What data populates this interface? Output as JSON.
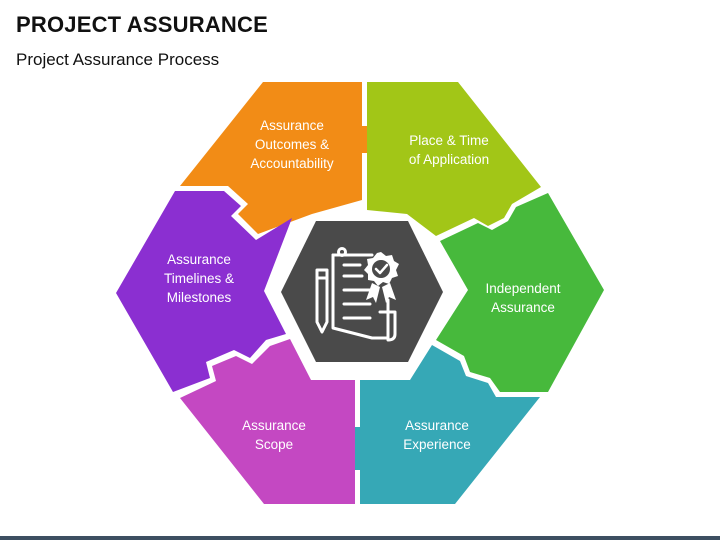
{
  "header": {
    "title": "PROJECT ASSURANCE",
    "subtitle": "Project Assurance Process"
  },
  "segments": [
    {
      "id": "outcomes",
      "lines": [
        "Assurance",
        "Outcomes &",
        "Accountability"
      ],
      "color": "#f28c16"
    },
    {
      "id": "place-time",
      "lines": [
        "Place & Time",
        "of Application"
      ],
      "color": "#a2c617"
    },
    {
      "id": "independent",
      "lines": [
        "Independent",
        "Assurance"
      ],
      "color": "#47b93c"
    },
    {
      "id": "experience",
      "lines": [
        "Assurance",
        "Experience"
      ],
      "color": "#36a8b6"
    },
    {
      "id": "scope",
      "lines": [
        "Assurance",
        "Scope"
      ],
      "color": "#c448c2"
    },
    {
      "id": "timelines",
      "lines": [
        "Assurance",
        "Timelines &",
        "Milestones"
      ],
      "color": "#8b2fd1"
    }
  ],
  "center": {
    "icon": "document-certificate-icon",
    "color": "#4a4a4a"
  }
}
